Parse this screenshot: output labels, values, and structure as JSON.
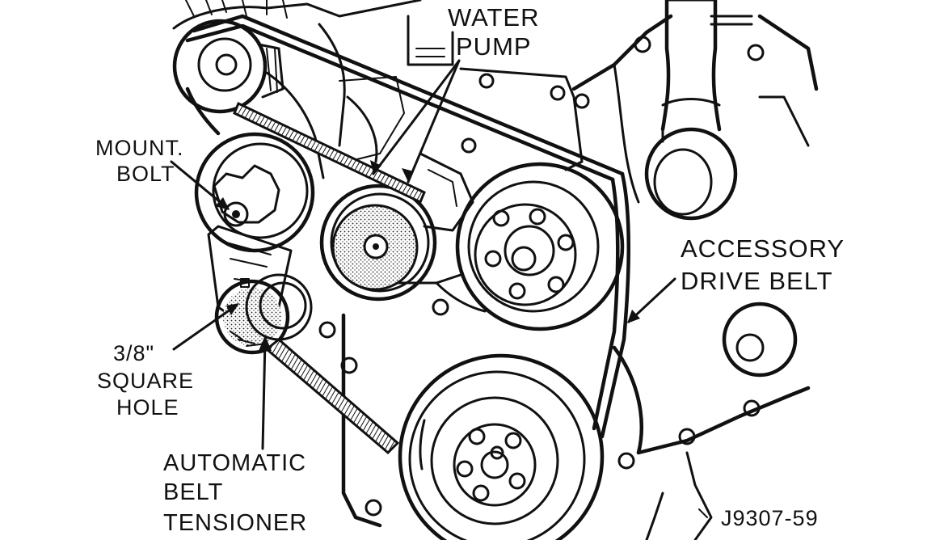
{
  "labels": {
    "water_pump": [
      "WATER",
      "PUMP"
    ],
    "mount_bolt": [
      "MOUNT.",
      "BOLT"
    ],
    "accessory_drive_belt": [
      "ACCESSORY",
      "DRIVE BELT"
    ],
    "square_hole": [
      "3/8\"",
      "SQUARE",
      "HOLE"
    ],
    "automatic_belt_tensioner": [
      "AUTOMATIC",
      "BELT",
      "TENSIONER"
    ],
    "figure_code": "J9307-59"
  },
  "colors": {
    "ink": "#111111",
    "paper": "#ffffff"
  }
}
